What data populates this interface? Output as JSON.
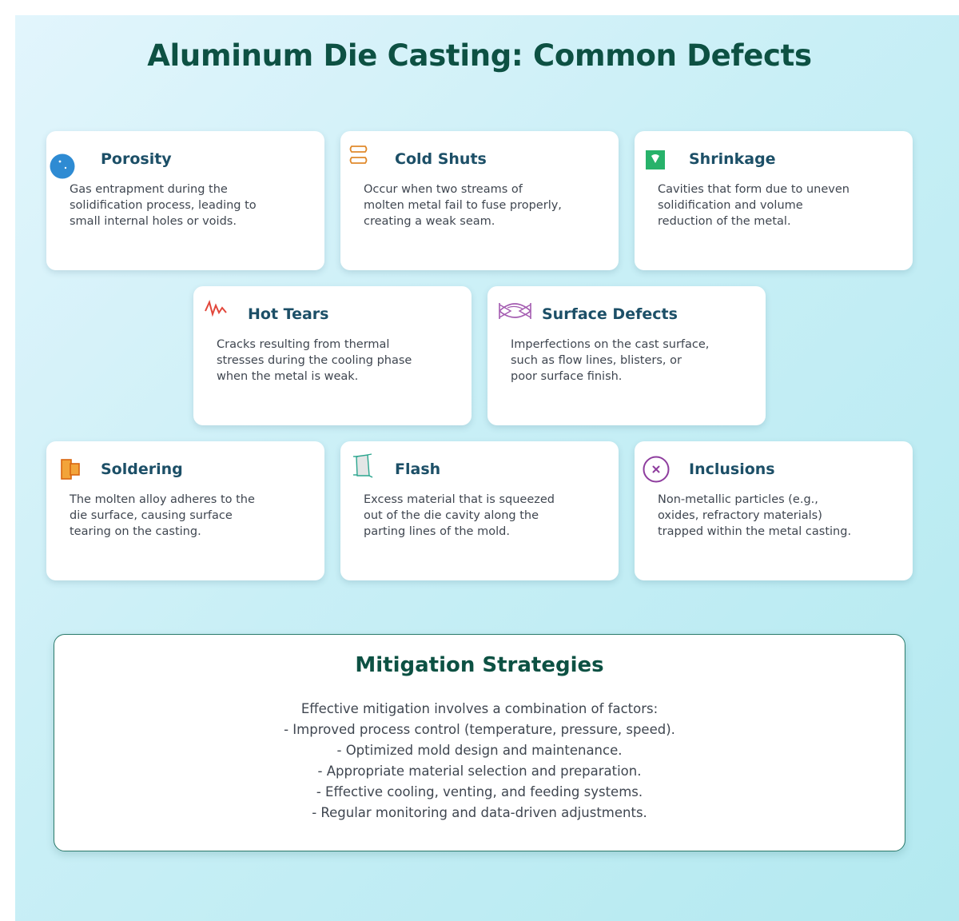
{
  "title": "Aluminum Die Casting: Common Defects",
  "defects": [
    {
      "title": "Porosity",
      "description": "Gas entrapment during the solidification process, leading to small internal holes or voids.",
      "icon": "porosity-icon",
      "color": "#2e8bd3"
    },
    {
      "title": "Cold Shuts",
      "description": "Occur when two streams of molten metal fail to fuse properly, creating a weak seam.",
      "icon": "cold-shuts-icon",
      "color": "#e08a2c"
    },
    {
      "title": "Shrinkage",
      "description": "Cavities that form due to uneven solidification and volume reduction of the metal.",
      "icon": "shrinkage-icon",
      "color": "#27b26a"
    },
    {
      "title": "Hot Tears",
      "description": "Cracks resulting from thermal stresses during the cooling phase when the metal is weak.",
      "icon": "hot-tears-icon",
      "color": "#e2473b"
    },
    {
      "title": "Surface Defects",
      "description": "Imperfections on the cast surface, such as flow lines, blisters, or poor surface finish.",
      "icon": "surface-defects-icon",
      "color": "#a35bb0"
    },
    {
      "title": "Soldering",
      "description": "The molten alloy adheres to the die surface, causing surface tearing on the casting.",
      "icon": "soldering-icon",
      "color": "#e8871c"
    },
    {
      "title": "Flash",
      "description": "Excess material that is squeezed out of the die cavity along the parting lines of the mold.",
      "icon": "flash-icon",
      "color": "#2aa58e"
    },
    {
      "title": "Inclusions",
      "description": "Non-metallic particles (e.g., oxides, refractory materials) trapped within the metal casting.",
      "icon": "inclusions-icon",
      "color": "#8e3d9e"
    }
  ],
  "mitigation": {
    "title": "Mitigation Strategies",
    "lines": [
      "Effective mitigation involves a combination of factors:",
      "- Improved process control (temperature, pressure, speed).",
      "- Optimized mold design and maintenance.",
      "- Appropriate material selection and preparation.",
      "- Effective cooling, venting, and feeding systems.",
      "- Regular monitoring and data-driven adjustments."
    ]
  }
}
